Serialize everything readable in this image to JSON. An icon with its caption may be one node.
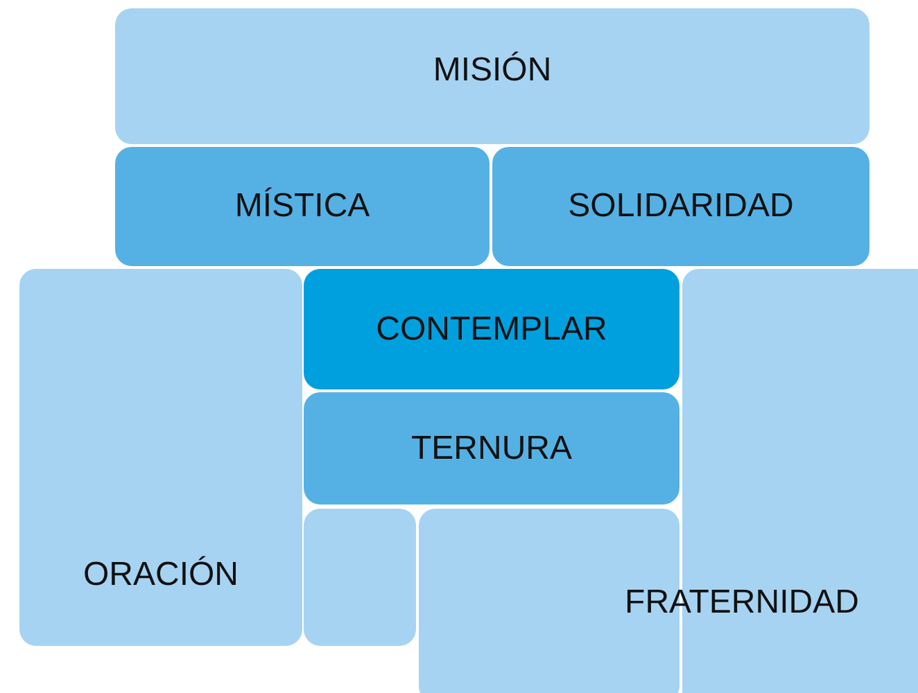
{
  "diagram": {
    "nodes": [
      {
        "text": [
          "MISIÓN"
        ]
      },
      {
        "text": [
          "MÍSTICA"
        ]
      },
      {
        "text": [
          "SOLIDARIDAD"
        ]
      },
      {
        "text": [
          "ORACIÓN"
        ]
      },
      {
        "text": [
          "CONTEMPLAR"
        ]
      },
      {
        "text": [
          "TERNURA"
        ]
      },
      {
        "text": [],
        "shape": "box"
      },
      {
        "text": [],
        "shape": "box"
      },
      {
        "text": [],
        "shape": "box"
      }
    ],
    "labels": [
      "FRATERNIDAD"
    ]
  }
}
